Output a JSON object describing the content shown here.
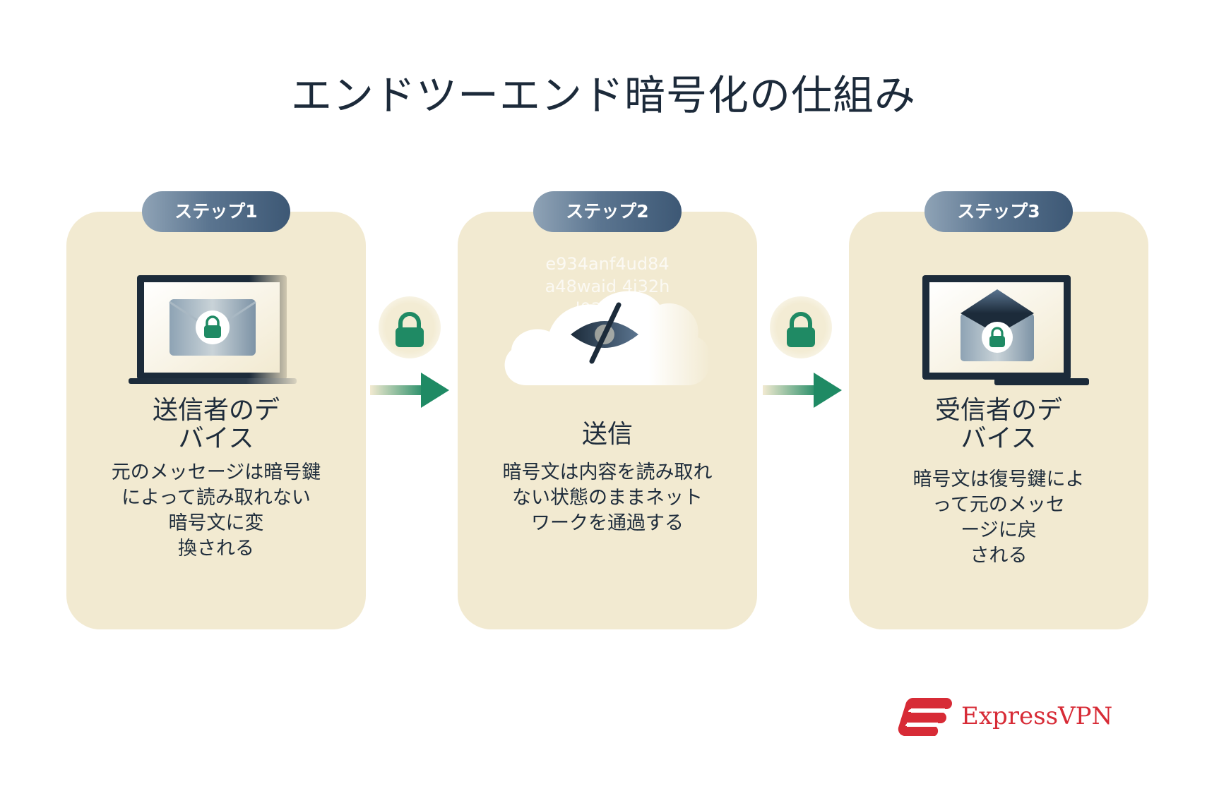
{
  "title": "エンドツーエンド暗号化の仕組み",
  "steps": [
    {
      "badge": "ステップ1",
      "heading_lines": [
        "送信者のデ",
        "バイス"
      ],
      "body_lines": [
        "元のメッセージは暗号鍵",
        "によって読み取れない",
        "暗号文に変",
        "換される"
      ],
      "icon": "laptop-envelope-lock-icon"
    },
    {
      "badge": "ステップ2",
      "heading_lines": [
        "送信"
      ],
      "body_lines": [
        "暗号文は内容を読み取れ",
        "ない状態のままネット",
        "ワークを通過する"
      ],
      "cipher_lines": [
        "e934anf4ud84",
        "a48waid  4j32h",
        "l03      43h"
      ],
      "icon": "cloud-hidden-eye-icon"
    },
    {
      "badge": "ステップ3",
      "heading_lines": [
        "受信者のデ",
        "バイス"
      ],
      "body_lines": [
        "暗号文は復号鍵によ",
        "って元のメッセ",
        "ージに戻",
        "される"
      ],
      "icon": "laptop-open-envelope-lock-icon"
    }
  ],
  "connectors": [
    {
      "icon": "lock-icon",
      "arrow": "arrow-right-icon"
    },
    {
      "icon": "lock-icon",
      "arrow": "arrow-right-icon"
    }
  ],
  "brand": {
    "name": "ExpressVPN",
    "logo_icon": "expressvpn-logo-icon",
    "color": "#d72b36"
  },
  "colors": {
    "card": "#f2ead1",
    "lock_green": "#1f8a64",
    "navy": "#1c2b3a"
  }
}
